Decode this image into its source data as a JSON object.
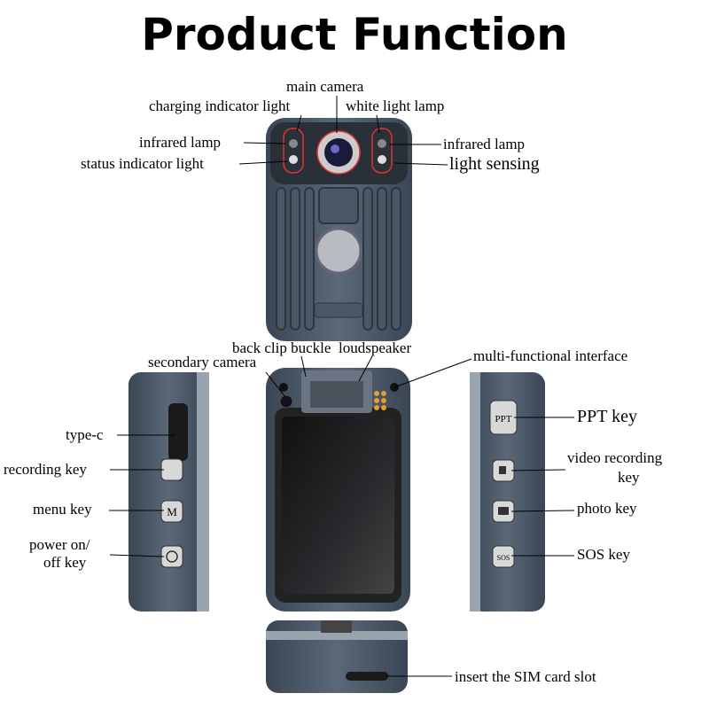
{
  "title": "Product Function",
  "labels": {
    "main_camera": "main camera",
    "charging_indicator": "charging indicator light",
    "white_light": "white light lamp",
    "infrared_left": "infrared lamp",
    "status_indicator": "status indicator light",
    "infrared_right": "infrared lamp",
    "light_sensing": "light sensing",
    "back_clip": "back clip buckle",
    "loudspeaker": "loudspeaker",
    "secondary_camera": "secondary camera",
    "multi_interface": "multi-functional interface",
    "type_c": "type-c",
    "recording_key": "recording key",
    "menu_key": "menu key",
    "power_key_1": "power on/",
    "power_key_2": "off key",
    "ppt_key": "PPT key",
    "video_key_1": "video recording",
    "video_key_2": "key",
    "photo_key": "photo key",
    "sos_key": "SOS key",
    "sim_slot": "insert the SIM card slot"
  },
  "buttons": {
    "ppt": "PPT",
    "menu": "M",
    "sos": "SOS"
  }
}
